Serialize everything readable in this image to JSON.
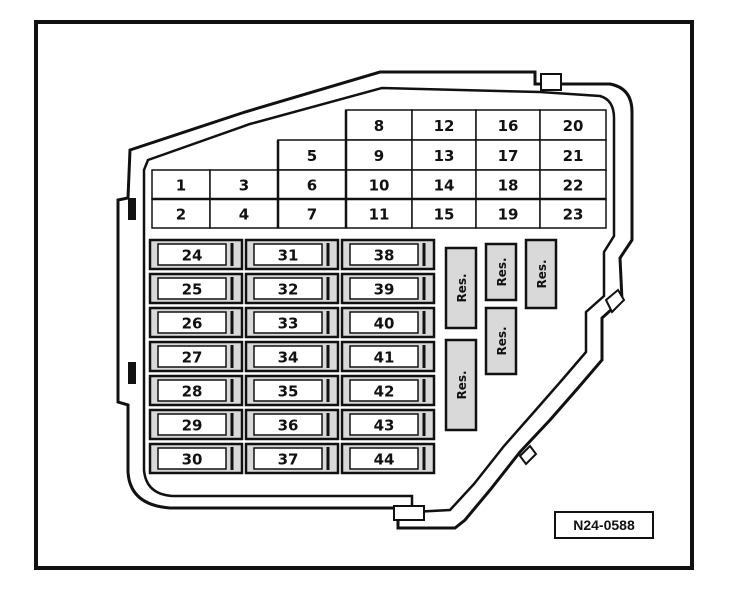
{
  "top_grid": {
    "rows": [
      [
        "",
        "",
        "",
        "8",
        "12",
        "16",
        "20"
      ],
      [
        "",
        "",
        "5",
        "9",
        "13",
        "17",
        "21"
      ],
      [
        "1",
        "3",
        "6",
        "10",
        "14",
        "18",
        "22"
      ],
      [
        "2",
        "4",
        "7",
        "11",
        "15",
        "19",
        "23"
      ]
    ]
  },
  "fuse_columns": [
    [
      "24",
      "25",
      "26",
      "27",
      "28",
      "29",
      "30"
    ],
    [
      "31",
      "32",
      "33",
      "34",
      "35",
      "36",
      "37"
    ],
    [
      "38",
      "39",
      "40",
      "41",
      "42",
      "43",
      "44"
    ]
  ],
  "reserve_label": "Res.",
  "part_number": "N24-0588",
  "colors": {
    "line": "#111111",
    "panel": "#ffffff",
    "shade": "#d9d9d9"
  }
}
